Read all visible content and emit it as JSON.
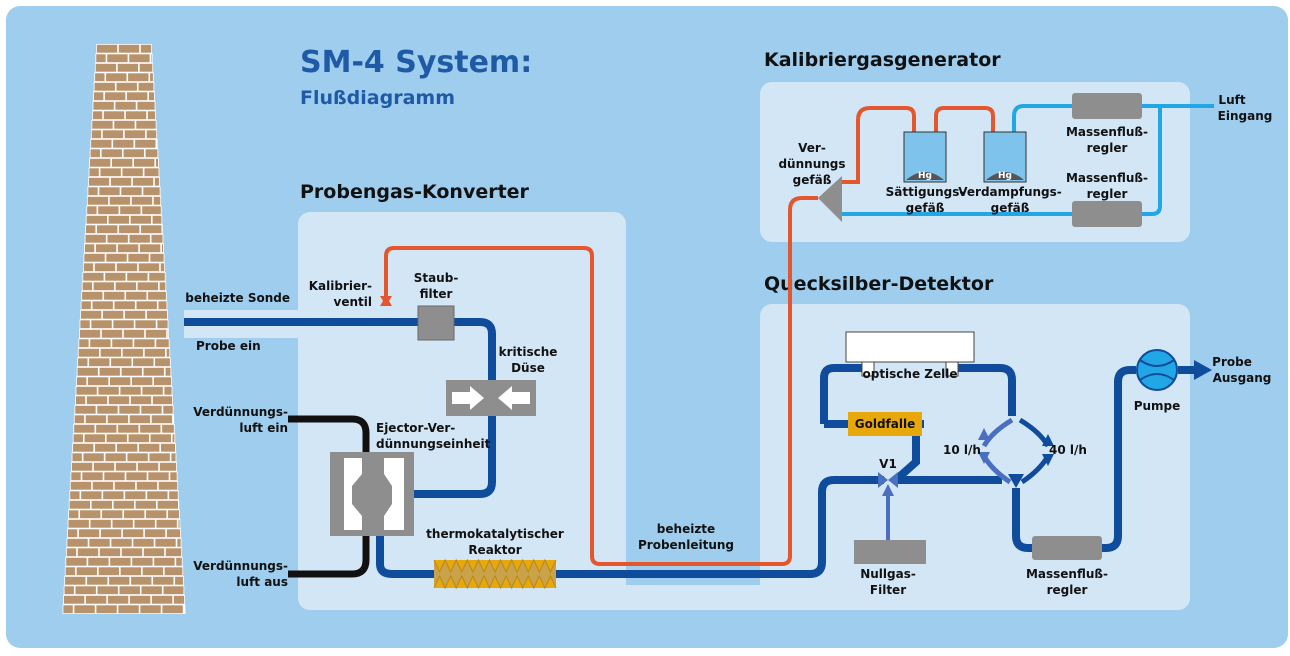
{
  "title": "SM-4 System:",
  "subtitle": "Flußdiagramm",
  "sections": {
    "converter": "Probengas-Konverter",
    "calibration": "Kalibriergasgenerator",
    "detector": "Quecksilber-Detektor"
  },
  "labels": {
    "heated_probe": "beheizte Sonde",
    "sample_in": "Probe ein",
    "dilution_air_in_1": "Verdünnungs-",
    "dilution_air_in_2": "luft ein",
    "dilution_air_out_1": "Verdünnungs-",
    "dilution_air_out_2": "luft aus",
    "cal_valve_1": "Kalibrier-",
    "cal_valve_2": "ventil",
    "dust_filter_1": "Staub-",
    "dust_filter_2": "filter",
    "critical_nozzle_1": "kritische",
    "critical_nozzle_2": "Düse",
    "ejector_1": "Ejector-Ver-",
    "ejector_2": "dünnungseinheit",
    "reactor_1": "thermokatalytischer",
    "reactor_2": "Reaktor",
    "heated_line_1": "beheizte",
    "heated_line_2": "Probenleitung",
    "dilution_vessel_1": "Ver-",
    "dilution_vessel_2": "dünnungs",
    "dilution_vessel_3": "gefäß",
    "saturation_vessel_1": "Sättigungs-",
    "saturation_vessel_2": "gefäß",
    "evaporation_vessel_1": "Verdampfungs-",
    "evaporation_vessel_2": "gefäß",
    "hg": "Hg",
    "mfc_top_1": "Massenfluß-",
    "mfc_top_2": "regler",
    "mfc_bottom_1": "Massenfluß-",
    "mfc_bottom_2": "regler",
    "air_inlet_1": "Luft",
    "air_inlet_2": "Eingang",
    "optical_cell": "optische Zelle",
    "gold_trap": "Goldfalle",
    "v1": "V1",
    "flow_10": "10 l/h",
    "flow_40": "40 l/h",
    "zero_gas_1": "Nullgas-",
    "zero_gas_2": "Filter",
    "mfc_detector_1": "Massenfluß-",
    "mfc_detector_2": "regler",
    "pump": "Pumpe",
    "sample_out_1": "Probe",
    "sample_out_2": "Ausgang"
  },
  "colors": {
    "background": "#9fcdee",
    "panel": "#d3e6f6",
    "sample_line": "#0f4c9c",
    "calibration_line": "#e4572e",
    "air_line": "#22a7e6",
    "black_line": "#111111",
    "component_gray": "#8e8e8e",
    "gold_trap": "#e8a80c",
    "brick": "#b8926a"
  }
}
